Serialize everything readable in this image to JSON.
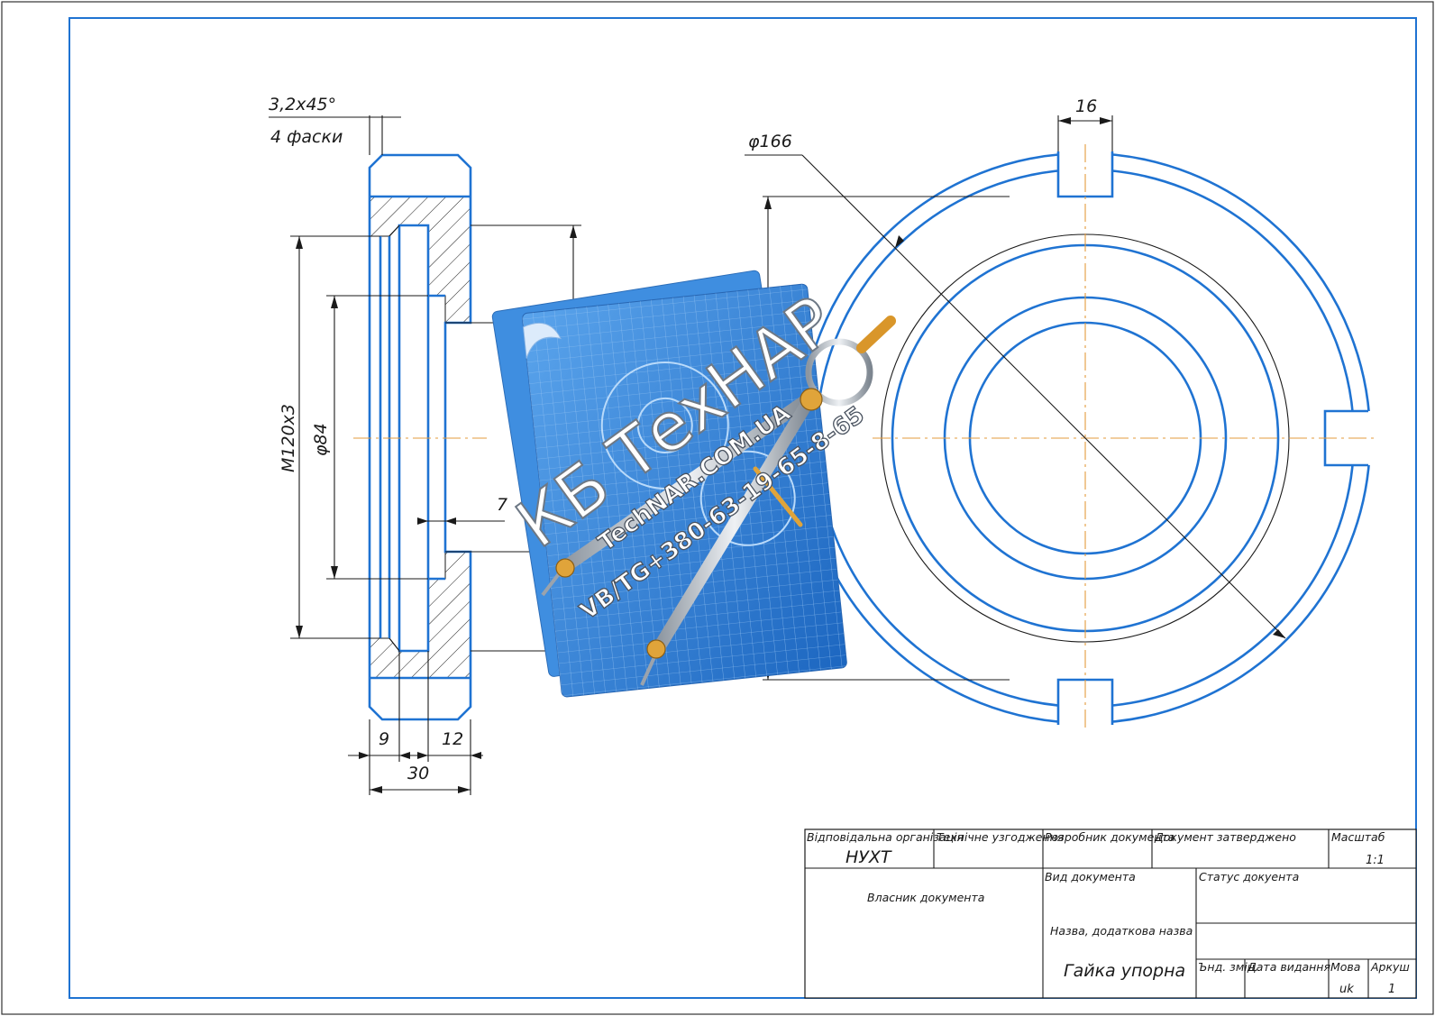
{
  "colors": {
    "outline": "#1f73d2",
    "centerline": "#e39b3c",
    "dimension": "#1a1a1a",
    "blueprint": "#2f7fd6"
  },
  "dimensions": {
    "chamfer": "3,2x45°",
    "chamfer_count": "4 фаски",
    "thread": "M120x3",
    "bore": "φ84",
    "outer_diameter": "φ166",
    "partial_diameter": "φ1",
    "depth_7": "7",
    "width_9": "9",
    "width_12": "12",
    "width_30": "30",
    "slot_16": "16"
  },
  "watermark": {
    "line1": "КБ ТехНАР",
    "line2": "TechNAR.COM.UA",
    "line3": "VB/TG+380-63-19-65-8-65"
  },
  "icons": {
    "watermark_graphic": "blueprint-compass-icon"
  },
  "title_block": {
    "responsible_org_label": "Відповідальна організація",
    "responsible_org_value": "НУХТ",
    "tech_approval_label": "Технічне узгодження",
    "developer_label": "Розробник документа",
    "approved_label": "Документ затверджено",
    "scale_label": "Масштаб",
    "scale_value": "1:1",
    "owner_label": "Власник документа",
    "doc_type_label": "Вид документа",
    "doc_status_label": "Статус докуента",
    "name_label": "Назва, додаткова назва",
    "name_value": "Гайка упорна",
    "rev_label": "Ънд. змін.",
    "issue_date_label": "Дата видання",
    "lang_label": "Мова",
    "lang_value": "uk",
    "sheet_label": "Аркуш",
    "sheet_value": "1"
  }
}
